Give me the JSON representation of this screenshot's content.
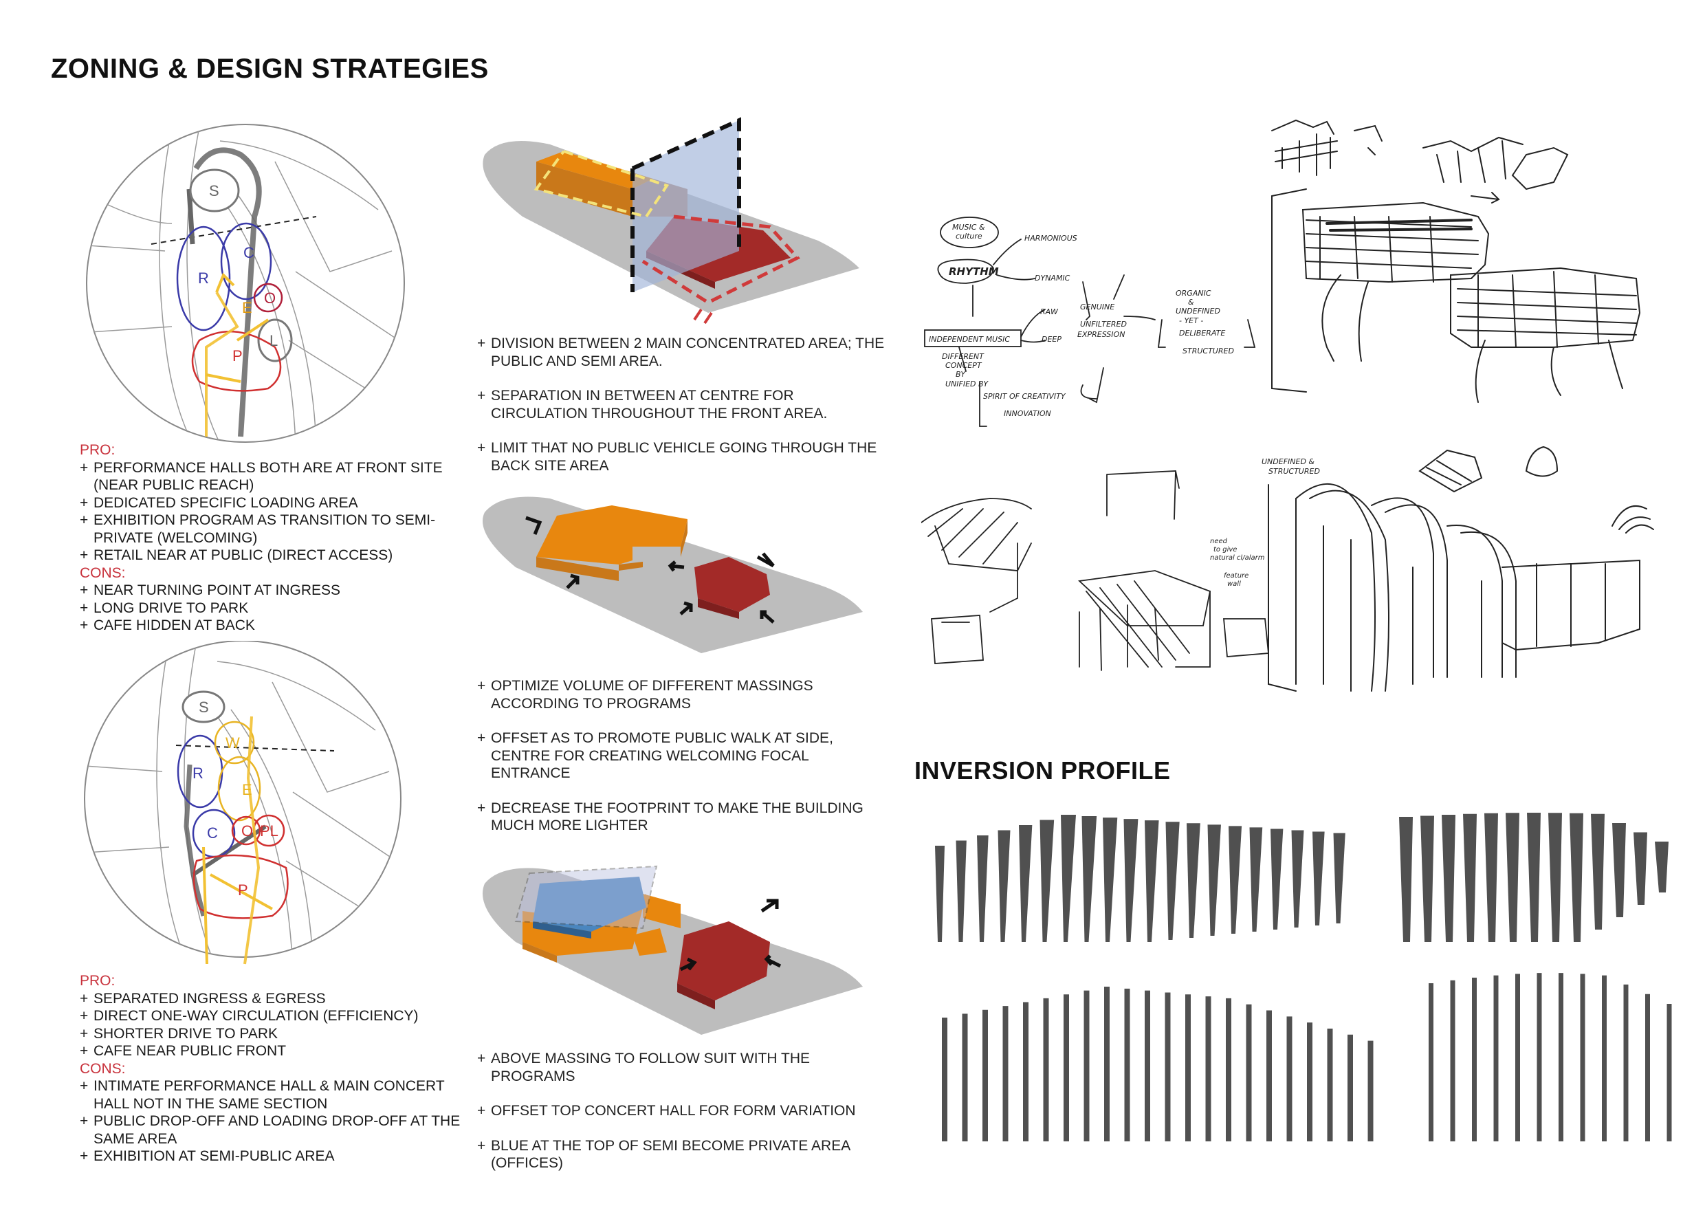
{
  "page": {
    "main_title": "ZONING & DESIGN STRATEGIES",
    "inversion_title": "INVERSION PROFILE"
  },
  "colors": {
    "orange": "#E8870E",
    "dark_red": "#A32A28",
    "blue": "#4A86BF",
    "site_grey": "#BDBDBD",
    "pro_cons_red": "#C8323C",
    "profile_grey": "#505050"
  },
  "zoning_option_1": {
    "zone_labels": [
      "S",
      "C",
      "R",
      "E",
      "O",
      "L",
      "P"
    ],
    "pro_label": "PRO:",
    "pros": [
      "PERFORMANCE HALLS BOTH ARE AT FRONT SITE (NEAR PUBLIC REACH)",
      "DEDICATED SPECIFIC LOADING AREA",
      "EXHIBITION PROGRAM AS TRANSITION TO SEMI-PRIVATE (WELCOMING)",
      "RETAIL NEAR AT PUBLIC (DIRECT ACCESS)"
    ],
    "cons_label": "CONS:",
    "cons": [
      "NEAR TURNING POINT AT INGRESS",
      "LONG DRIVE TO PARK",
      "CAFE HIDDEN AT BACK"
    ]
  },
  "zoning_option_2": {
    "zone_labels": [
      "S",
      "W",
      "R",
      "E",
      "C",
      "O",
      "PL",
      "P"
    ],
    "pro_label": "PRO:",
    "pros": [
      "SEPARATED INGRESS & EGRESS",
      "DIRECT ONE-WAY CIRCULATION (EFFICIENCY)",
      "SHORTER DRIVE TO PARK",
      "CAFE NEAR PUBLIC FRONT"
    ],
    "cons_label": "CONS:",
    "cons": [
      "INTIMATE PERFORMANCE HALL & MAIN CONCERT HALL NOT IN THE SAME SECTION",
      "PUBLIC DROP-OFF AND LOADING DROP-OFF AT THE SAME AREA",
      "EXHIBITION AT SEMI-PUBLIC AREA"
    ]
  },
  "massing_strategy_1": [
    "DIVISION BETWEEN 2 MAIN CONCENTRATED AREA; THE PUBLIC AND SEMI AREA.",
    "SEPARATION IN  BETWEEN AT CENTRE FOR CIRCULATION THROUGHOUT THE FRONT AREA.",
    "LIMIT THAT NO PUBLIC VEHICLE GOING THROUGH THE BACK SITE AREA"
  ],
  "massing_strategy_2": [
    "OPTIMIZE VOLUME OF DIFFERENT MASSINGS ACCORDING TO PROGRAMS",
    "OFFSET AS TO PROMOTE PUBLIC WALK AT SIDE, CENTRE FOR CREATING WELCOMING FOCAL ENTRANCE",
    "DECREASE THE FOOTPRINT TO MAKE THE BUILDING MUCH MORE LIGHTER"
  ],
  "massing_strategy_3": [
    "ABOVE MASSING TO FOLLOW SUIT WITH THE PROGRAMS",
    "OFFSET TOP CONCERT HALL FOR FORM VARIATION",
    "BLUE AT THE TOP OF SEMI BECOME PRIVATE AREA (OFFICES)"
  ],
  "concept_sketch": {
    "words": [
      "MUSIC &",
      "culture",
      "HARMONIOUS",
      "RHYTHM",
      "DYNAMIC",
      "INDEPENDENT MUSIC",
      "RAW",
      "GENUINE",
      "UNFILTERED",
      "EXPRESSION",
      "ORGANIC",
      "&",
      "UNDEFINED",
      "- YET -",
      "DELIBERATE",
      "STRUCTURED",
      "DEEP",
      "DIFFERENT",
      "CONCEPT",
      "BY",
      "UNIFIED BY",
      "SPIRIT OF CREATIVITY",
      "INNOVATION"
    ]
  },
  "sketch_notes": {
    "undefined_structured": [
      "UNDEFINED &",
      "STRUCTURED"
    ],
    "wall_note": [
      "need",
      "to give",
      "natural cl/alarm",
      "feature",
      "wall"
    ]
  },
  "inversion_profile": {
    "row1_left_count": 20,
    "row1_right_count": 13,
    "row2_left_count": 22,
    "row2_right_count": 12
  }
}
